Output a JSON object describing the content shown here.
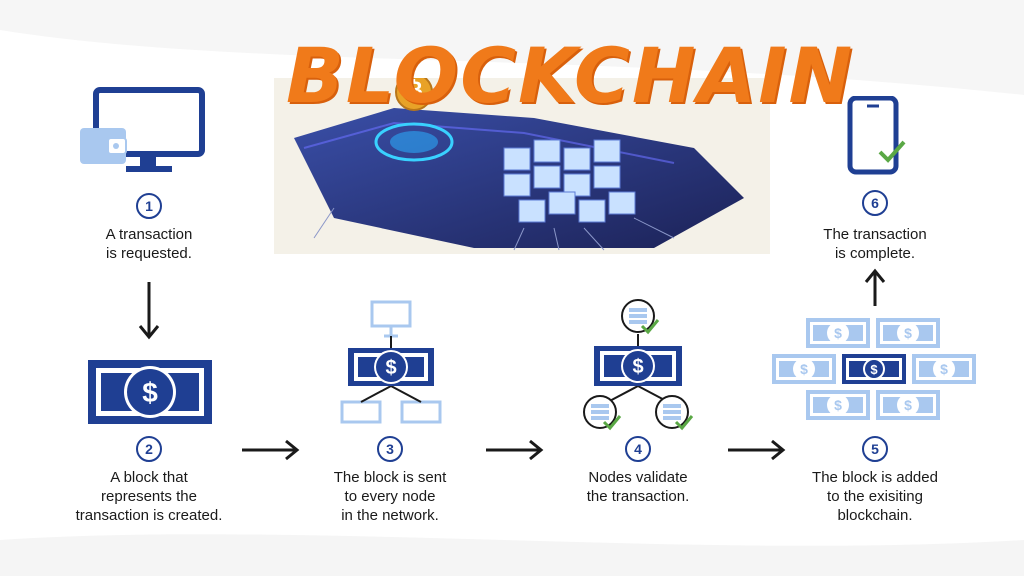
{
  "title": "BLOCKCHAIN",
  "coin_symbol": "₿",
  "colors": {
    "navy": "#1f3f93",
    "light_blue": "#a9c8ef",
    "orange": "#f07a1a",
    "check_green": "#5aa845"
  },
  "steps": [
    {
      "number": "1",
      "caption": "A transaction\nis requested."
    },
    {
      "number": "2",
      "caption": "A block that\nrepresents the\ntransaction is created."
    },
    {
      "number": "3",
      "caption": "The block is sent\nto every node\nin the network."
    },
    {
      "number": "4",
      "caption": "Nodes validate\nthe transaction."
    },
    {
      "number": "5",
      "caption": "The block is added\nto the exisiting\nblockchain."
    },
    {
      "number": "6",
      "caption": "The transaction\nis complete."
    }
  ],
  "currency_symbol": "$",
  "icons": [
    "monitor-wallet-icon",
    "dollar-bill-icon",
    "network-nodes-icon",
    "validated-nodes-icon",
    "blockchain-bills-icon",
    "phone-check-icon"
  ]
}
